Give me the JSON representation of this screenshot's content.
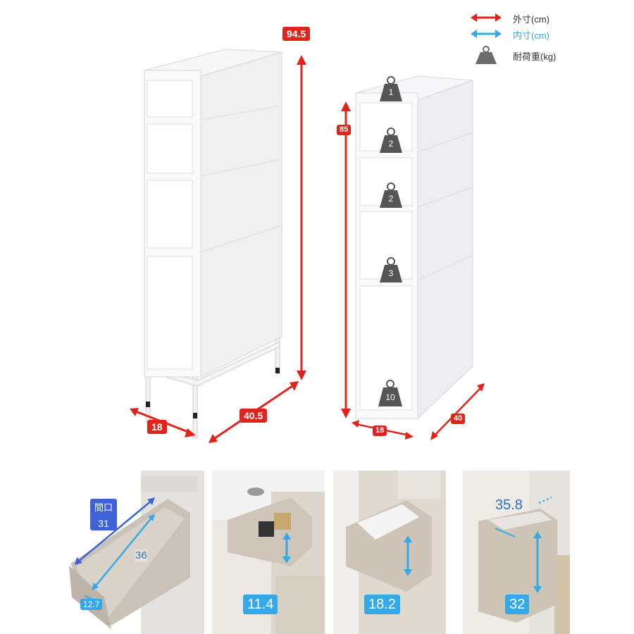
{
  "legend": {
    "outer": "外寸(cm)",
    "inner": "内寸(cm)",
    "load": "耐荷重(kg)",
    "outer_color": "#e0241c",
    "inner_color": "#35a8e8",
    "weight_color": "#6b6b6b"
  },
  "left_product": {
    "height": "94.5",
    "width": "18",
    "depth": "40.5"
  },
  "right_product": {
    "height": "85",
    "width": "18",
    "depth": "40",
    "loads": [
      "1",
      "2",
      "2",
      "3",
      "10"
    ]
  },
  "photos": [
    {
      "top_label": "間口",
      "width": "31",
      "depth": "36",
      "side": "12.7"
    },
    {
      "height": "11.4"
    },
    {
      "height": "18.2"
    },
    {
      "depth": "35.8",
      "height": "32"
    }
  ]
}
